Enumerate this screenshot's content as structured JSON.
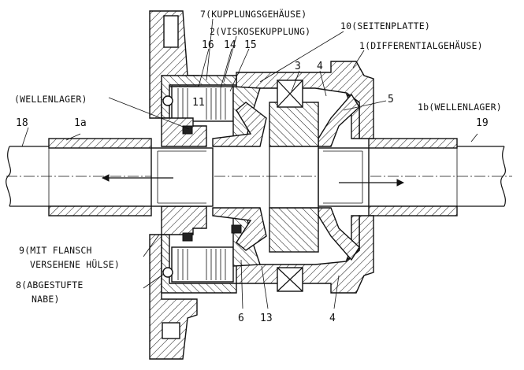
{
  "labels": {
    "kupplungsgehaeuse": "7(KUPPLUNGSGEHÄUSE)",
    "viskosekupplung": "2(VISKOSEKUPPLUNG)",
    "seitenplatte": "10(SEITENPLATTE)",
    "differentialgehaeuse": "1(DIFFERENTIALGEHÄUSE)",
    "wellenlager_left": "(WELLENLAGER)",
    "wellenlager_right": "1b(WELLENLAGER)",
    "flansch_line1": "9(MIT FLANSCH",
    "flansch_line2": "VERSEHENE HÜLSE)",
    "nabe_line1": "8(ABGESTUFTE",
    "nabe_line2": "NABE)"
  },
  "numbers": {
    "n16": "16",
    "n14": "14",
    "n15": "15",
    "n3": "3",
    "n4_top": "4",
    "n5": "5",
    "n11": "11",
    "n18": "18",
    "n1a": "1a",
    "n19": "19",
    "n6": "6",
    "n13": "13",
    "n4_bottom": "4"
  }
}
